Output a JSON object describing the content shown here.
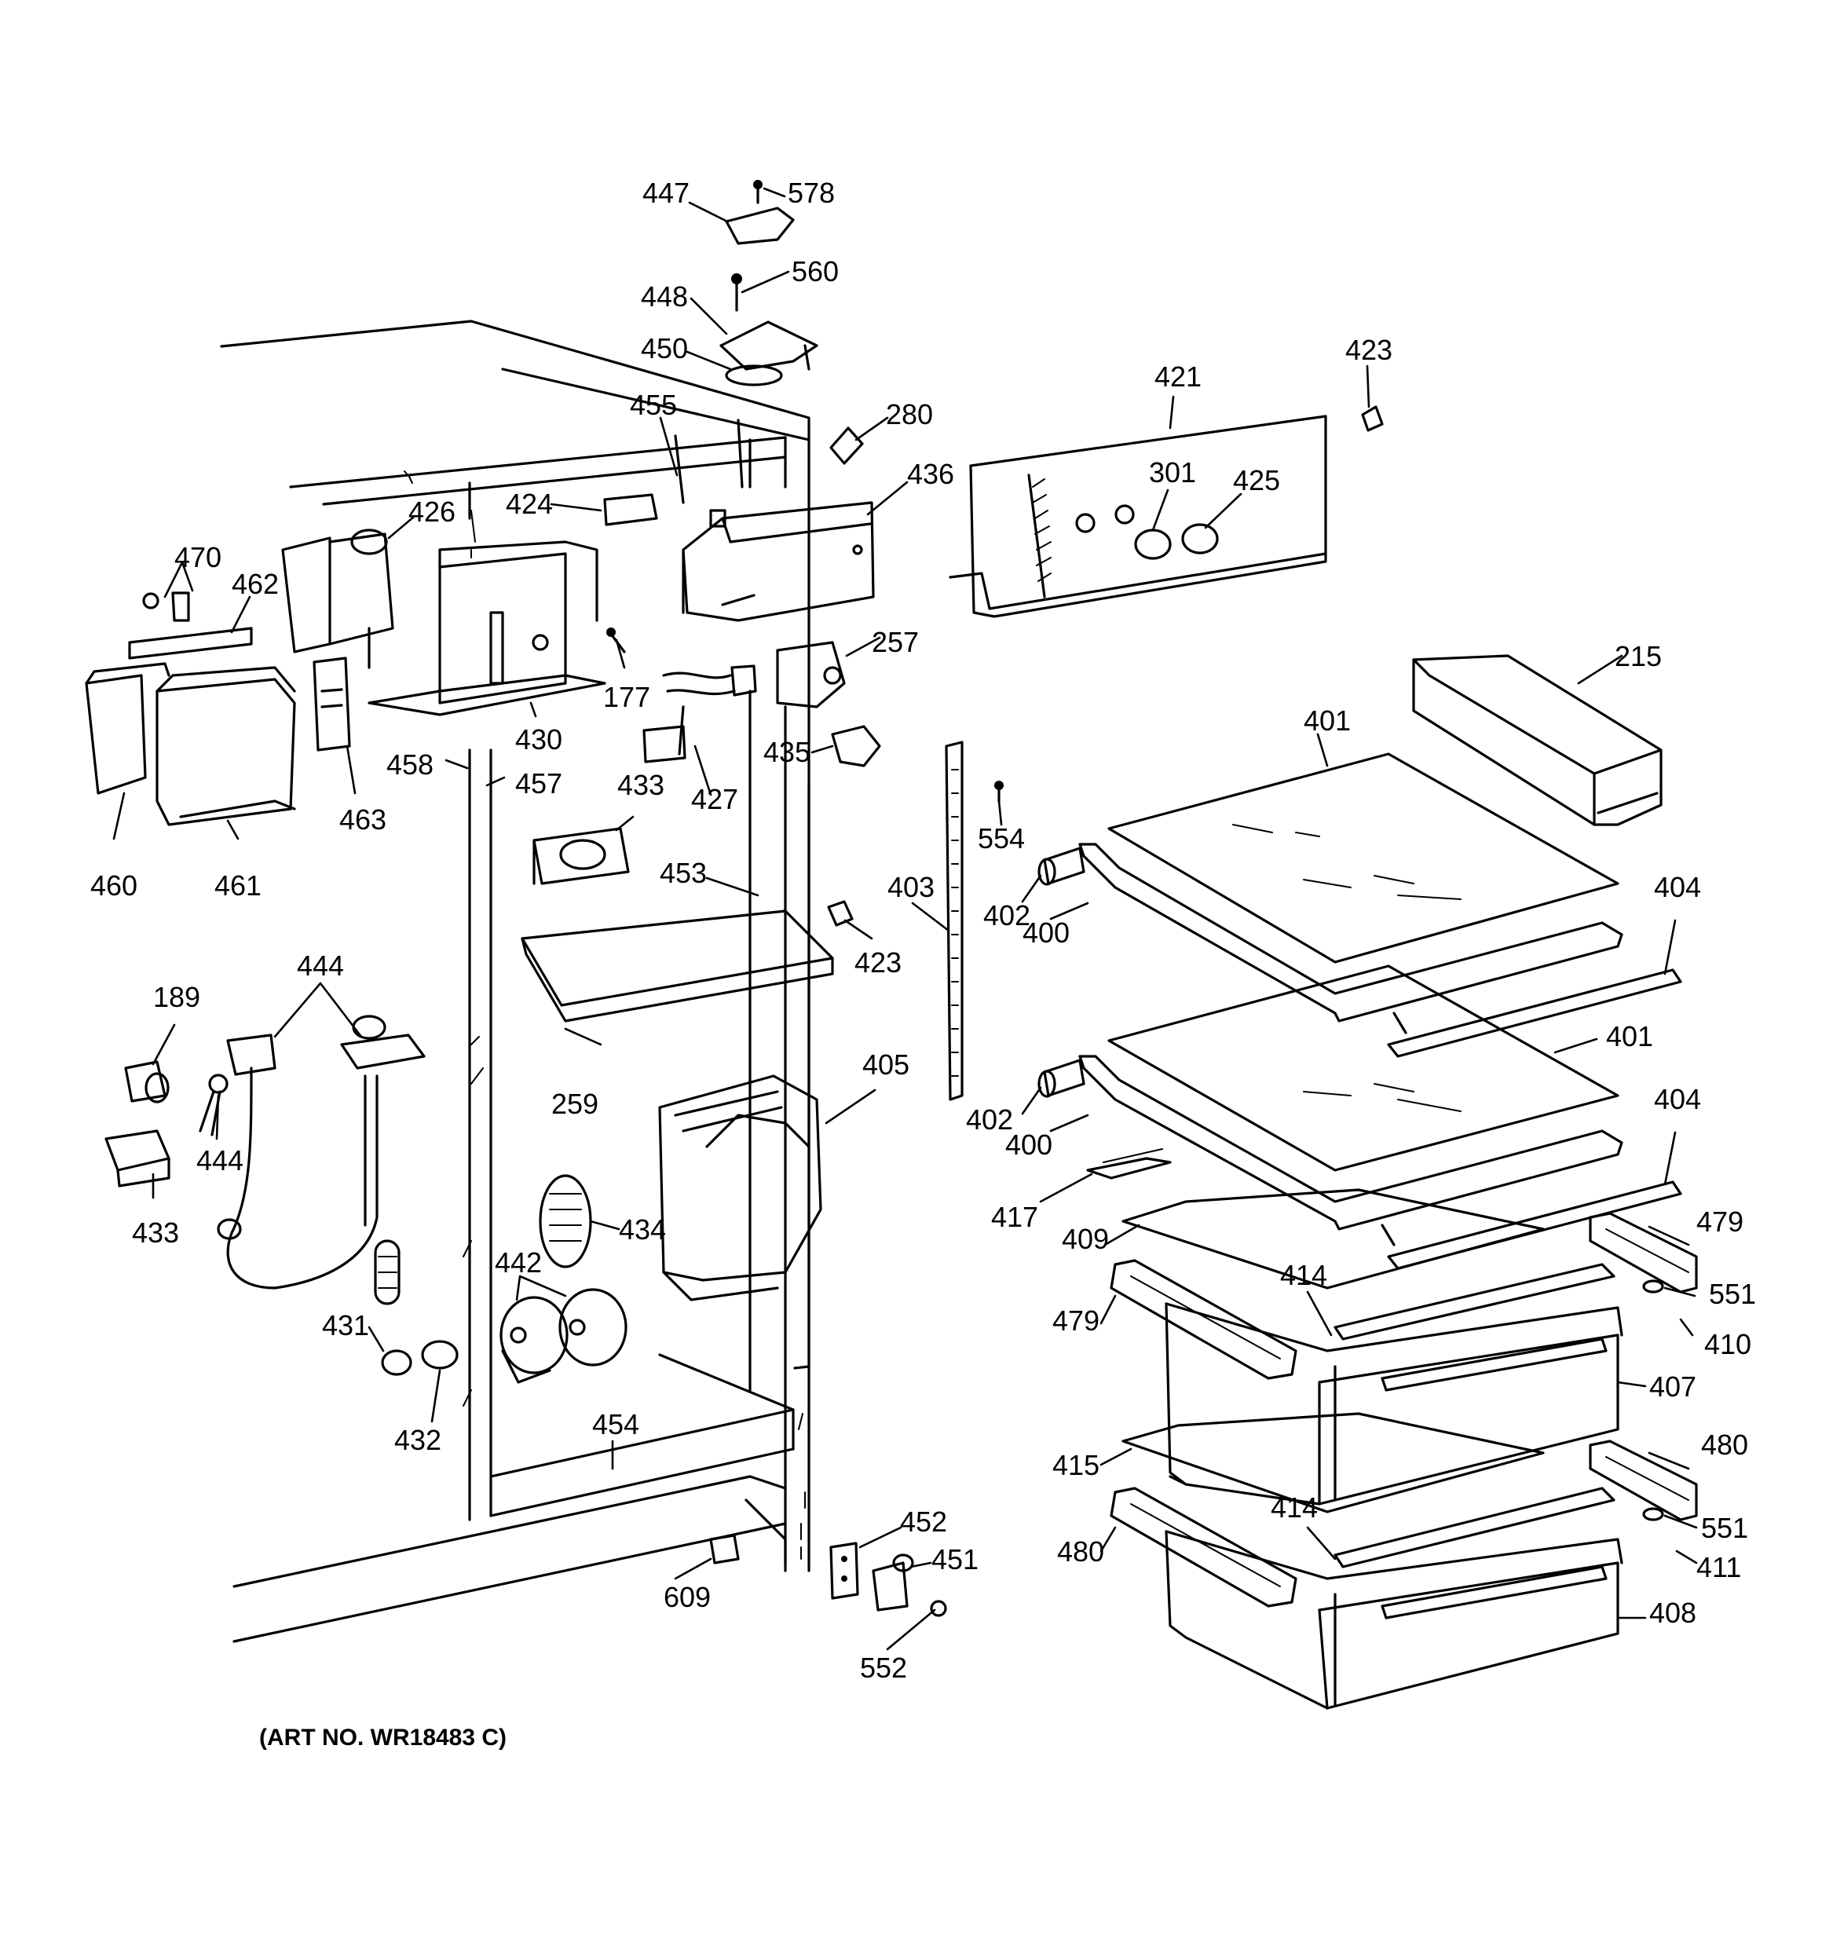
{
  "diagram": {
    "art_number": "(ART NO. WR18483 C)",
    "callouts": [
      {
        "id": "c447",
        "text": "447"
      },
      {
        "id": "c578",
        "text": "578"
      },
      {
        "id": "c560",
        "text": "560"
      },
      {
        "id": "c448",
        "text": "448"
      },
      {
        "id": "c450",
        "text": "450"
      },
      {
        "id": "c455",
        "text": "455"
      },
      {
        "id": "c280",
        "text": "280"
      },
      {
        "id": "c421",
        "text": "421"
      },
      {
        "id": "c423a",
        "text": "423"
      },
      {
        "id": "c301",
        "text": "301"
      },
      {
        "id": "c425",
        "text": "425"
      },
      {
        "id": "c436",
        "text": "436"
      },
      {
        "id": "c424",
        "text": "424"
      },
      {
        "id": "c426",
        "text": "426"
      },
      {
        "id": "c470",
        "text": "470"
      },
      {
        "id": "c462",
        "text": "462"
      },
      {
        "id": "c177",
        "text": "177"
      },
      {
        "id": "c257",
        "text": "257"
      },
      {
        "id": "c215",
        "text": "215"
      },
      {
        "id": "c430",
        "text": "430"
      },
      {
        "id": "c458",
        "text": "458"
      },
      {
        "id": "c457",
        "text": "457"
      },
      {
        "id": "c463",
        "text": "463"
      },
      {
        "id": "c427",
        "text": "427"
      },
      {
        "id": "c435",
        "text": "435"
      },
      {
        "id": "c401a",
        "text": "401"
      },
      {
        "id": "c433a",
        "text": "433"
      },
      {
        "id": "c554",
        "text": "554"
      },
      {
        "id": "c460",
        "text": "460"
      },
      {
        "id": "c461",
        "text": "461"
      },
      {
        "id": "c453",
        "text": "453"
      },
      {
        "id": "c403",
        "text": "403"
      },
      {
        "id": "c404a",
        "text": "404"
      },
      {
        "id": "c402a",
        "text": "402"
      },
      {
        "id": "c400a",
        "text": "400"
      },
      {
        "id": "c423b",
        "text": "423"
      },
      {
        "id": "c444a",
        "text": "444"
      },
      {
        "id": "c189",
        "text": "189"
      },
      {
        "id": "c401b",
        "text": "401"
      },
      {
        "id": "c405",
        "text": "405"
      },
      {
        "id": "c259",
        "text": "259"
      },
      {
        "id": "c404b",
        "text": "404"
      },
      {
        "id": "c402b",
        "text": "402"
      },
      {
        "id": "c400b",
        "text": "400"
      },
      {
        "id": "c444b",
        "text": "444"
      },
      {
        "id": "c434",
        "text": "434"
      },
      {
        "id": "c417",
        "text": "417"
      },
      {
        "id": "c479a",
        "text": "479"
      },
      {
        "id": "c433b",
        "text": "433"
      },
      {
        "id": "c409",
        "text": "409"
      },
      {
        "id": "c442",
        "text": "442"
      },
      {
        "id": "c414a",
        "text": "414"
      },
      {
        "id": "c551a",
        "text": "551"
      },
      {
        "id": "c479b",
        "text": "479"
      },
      {
        "id": "c431",
        "text": "431"
      },
      {
        "id": "c410",
        "text": "410"
      },
      {
        "id": "c407",
        "text": "407"
      },
      {
        "id": "c432",
        "text": "432"
      },
      {
        "id": "c454",
        "text": "454"
      },
      {
        "id": "c480a",
        "text": "480"
      },
      {
        "id": "c415",
        "text": "415"
      },
      {
        "id": "c452",
        "text": "452"
      },
      {
        "id": "c414b",
        "text": "414"
      },
      {
        "id": "c551b",
        "text": "551"
      },
      {
        "id": "c451",
        "text": "451"
      },
      {
        "id": "c480b",
        "text": "480"
      },
      {
        "id": "c411",
        "text": "411"
      },
      {
        "id": "c609",
        "text": "609"
      },
      {
        "id": "c408",
        "text": "408"
      },
      {
        "id": "c552",
        "text": "552"
      }
    ]
  }
}
